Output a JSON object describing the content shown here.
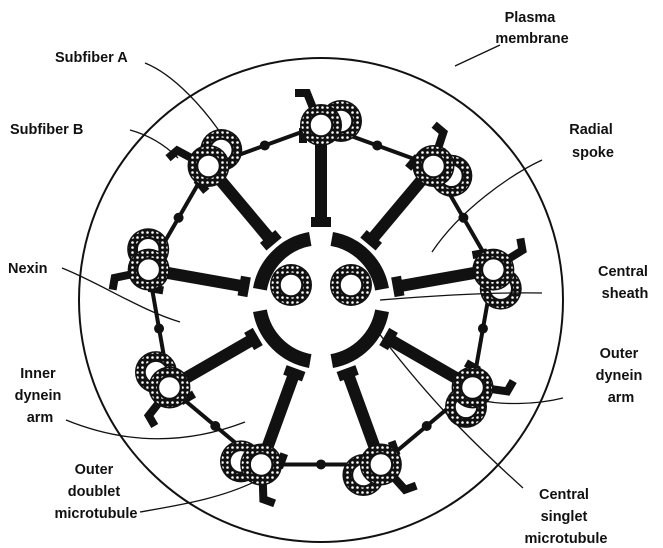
{
  "labels": {
    "plasma_membrane": [
      "Plasma",
      "membrane"
    ],
    "subfiber_a": "Subfiber A",
    "subfiber_b": "Subfiber B",
    "radial_spoke": [
      "Radial",
      "spoke"
    ],
    "nexin": "Nexin",
    "central_sheath": [
      "Central",
      "sheath"
    ],
    "outer_dynein_arm": [
      "Outer",
      "dynein",
      "arm"
    ],
    "inner_dynein_arm": [
      "Inner",
      "dynein",
      "arm"
    ],
    "outer_doublet_microtubule": [
      "Outer",
      "doublet",
      "microtubule"
    ],
    "central_singlet_microtubule": [
      "Central",
      "singlet",
      "microtubule"
    ]
  },
  "structure": {
    "outer_doublet_count": 9,
    "central_singlet_count": 2
  },
  "colors": {
    "ink": "#111111",
    "paper": "#ffffff"
  }
}
